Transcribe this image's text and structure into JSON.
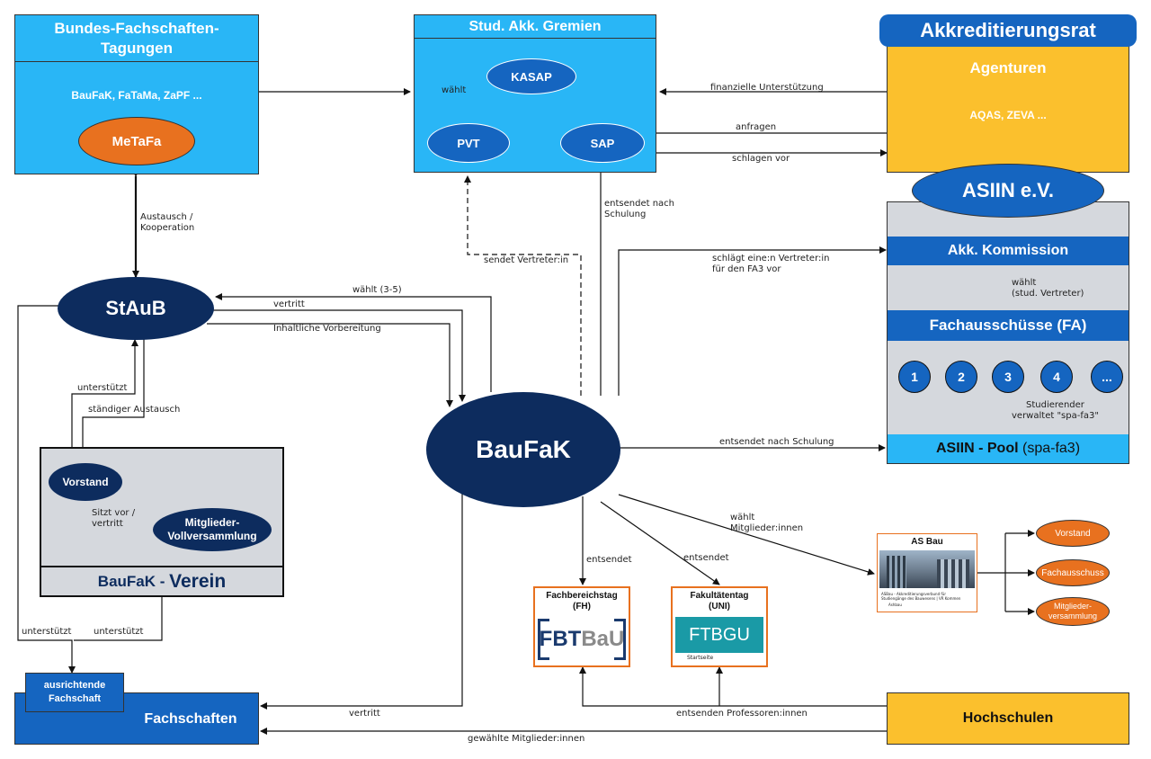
{
  "bft": {
    "title": "Bundes-Fachschaften-\nTagungen",
    "list": "BauFaK, FaTaMa, ZaPF ...",
    "metafa": "MeTaFa"
  },
  "gremien": {
    "title": "Stud. Akk. Gremien",
    "kasap": "KASAP",
    "pvt": "PVT",
    "sap": "SAP",
    "waehlt": "wählt"
  },
  "akkrat": {
    "title": "Akkreditierungsrat",
    "agenturen": "Agenturen",
    "list": "AQAS, ZEVA ..."
  },
  "asiin": {
    "title": "ASIIN e.V.",
    "akk_kommission": "Akk. Kommission",
    "waehlt_stud": "wählt\n(stud. Vertreter)",
    "fa_title": "Fachausschüsse (FA)",
    "fa_items": [
      "1",
      "2",
      "3",
      "4",
      "..."
    ],
    "studierender": "Studierender\nverwaltet \"spa-fa3\"",
    "pool_bold": "ASIIN - Pool",
    "pool_rest": " (spa-fa3)"
  },
  "staub": {
    "label": "StAuB"
  },
  "baufak": {
    "label": "BauFaK"
  },
  "verein": {
    "vorstand": "Vorstand",
    "mv": "Mitglieder-\nVollversammlung",
    "sitzt": "Sitzt vor /\nvertritt",
    "footer_a": "BauFaK - ",
    "footer_b": "Verein"
  },
  "fachschaften": {
    "label": "Fachschaften",
    "ausrichtende": "ausrichtende\nFachschaft"
  },
  "hochschulen": {
    "label": "Hochschulen"
  },
  "fbt": {
    "title": "Fachbereichstag\n(FH)",
    "logo_a": "FBT",
    "logo_b": "BaU"
  },
  "ftbgu": {
    "title": "Fakultätentag\n(UNI)",
    "logo": "FTBGU",
    "sub": "Startseite"
  },
  "asbau": {
    "title": "AS Bau",
    "caption": "ASBau - Akkreditierungsverbund für\nStudiengänge des Bauwesens | VR Kommen",
    "sub": "Ashbau",
    "vorstand": "Vorstand",
    "fachausschuss": "Fachausschuss",
    "mv": "Mitglieder-\nversammlung"
  },
  "edges": {
    "austausch": "Austausch /\nKooperation",
    "finanz": "finanzielle Unterstützung",
    "anfragen": "anfragen",
    "schlagen": "schlagen vor",
    "sendet": "sendet Vertreter:in",
    "entsendet_schulung_v": "entsendet nach\nSchulung",
    "schlaegt": "schlägt eine:n Vertreter:in\nfür den FA3 vor",
    "waehlt35": "wählt (3-5)",
    "vertritt1": "vertritt",
    "inhaltlich": "Inhaltliche Vorbereitung",
    "unterstuetzt1": "unterstützt",
    "staendig": "ständiger Austausch",
    "entsendet_schulung_h": "entsendet nach Schulung",
    "waehlt_mitglieder": "wählt\nMitglieder:innen",
    "entsendet1": "entsendet",
    "entsendet2": "entsendet",
    "unterstuetzt2": "unterstützt",
    "unterstuetzt3": "unterstützt",
    "vertritt2": "vertritt",
    "entsenden_prof": "entsenden Professoren:innen",
    "gewaehlte": "gewählte Mitglieder:innen"
  },
  "colors": {
    "light_blue": "#29b6f6",
    "dark_navy": "#0d2c5e",
    "mid_blue": "#1565c0",
    "orange": "#e8711f",
    "yellow": "#fbc02d",
    "grey": "#d5d8dd"
  }
}
